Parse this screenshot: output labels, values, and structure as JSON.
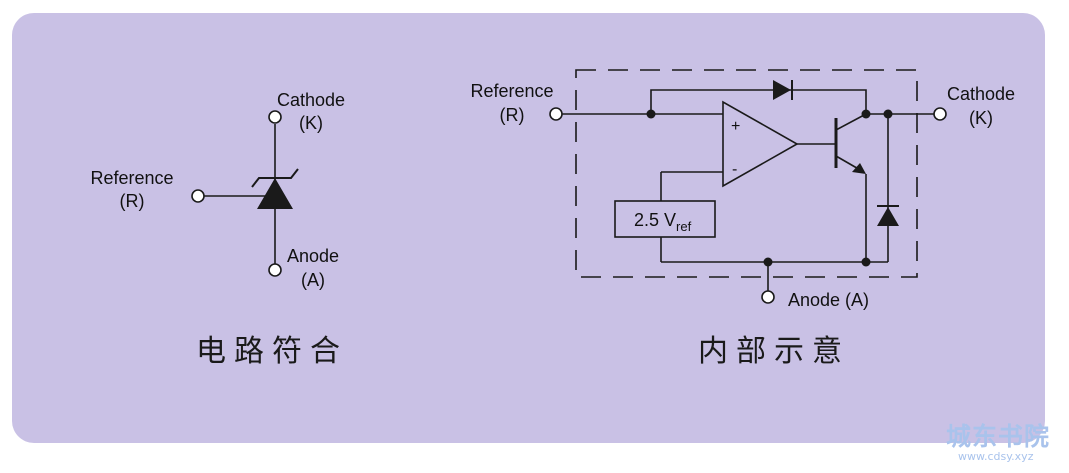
{
  "symbol_caption": "电路符合",
  "internal_caption": "内部示意",
  "symbol": {
    "cathode_label": "Cathode",
    "cathode_pin": "(K)",
    "reference_label": "Reference",
    "reference_pin": "(R)",
    "anode_label": "Anode",
    "anode_pin": "(A)"
  },
  "internal": {
    "reference_label": "Reference",
    "reference_pin": "(R)",
    "cathode_label": "Cathode",
    "cathode_pin": "(K)",
    "anode_label": "Anode (A)",
    "opamp_plus": "+",
    "opamp_minus": "-",
    "vref_value": "2.5 V",
    "vref_subscript": "ref"
  },
  "watermark": {
    "title": "城东书院",
    "url": "www.cdsy.xyz"
  },
  "colors": {
    "panel": "#c9c1e5",
    "line": "#1a1a1a",
    "watermark": "#a9c3ec"
  }
}
